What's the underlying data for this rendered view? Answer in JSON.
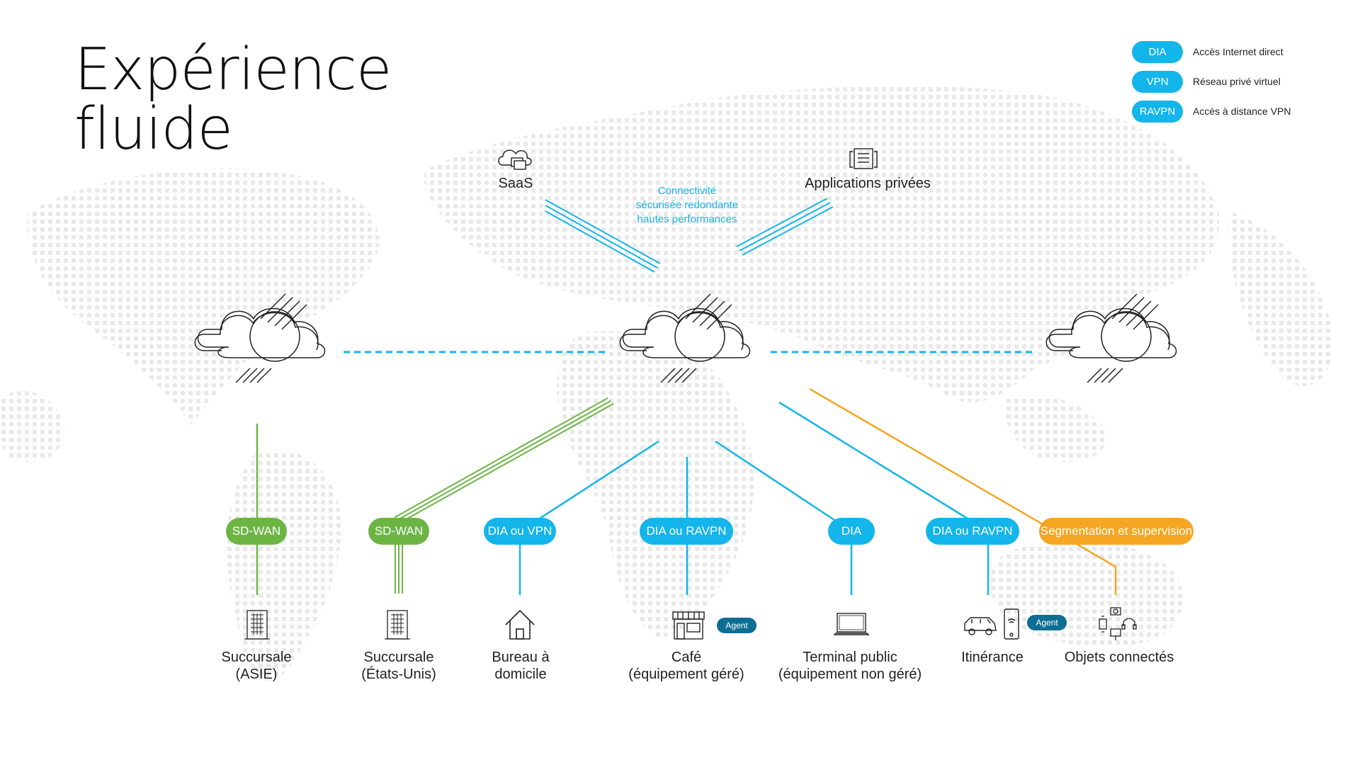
{
  "title": {
    "line1": "Expérience",
    "line2": "fluide"
  },
  "legend": [
    {
      "abbr": "DIA",
      "label": "Accès Internet direct"
    },
    {
      "abbr": "VPN",
      "label": "Réseau privé virtuel"
    },
    {
      "abbr": "RAVPN",
      "label": "Accès à distance VPN"
    }
  ],
  "top": {
    "saas": "SaaS",
    "private_apps": "Applications privées",
    "connectivity_note": [
      "Connectivité",
      "sécurisée redondante",
      "hautes performances"
    ]
  },
  "connections": [
    {
      "label": "SD-WAN",
      "color": "green"
    },
    {
      "label": "SD-WAN",
      "color": "green"
    },
    {
      "label": "DIA ou VPN",
      "color": "blue"
    },
    {
      "label": "DIA ou RAVPN",
      "color": "blue"
    },
    {
      "label": "DIA",
      "color": "blue"
    },
    {
      "label": "DIA ou RAVPN",
      "color": "blue"
    },
    {
      "label": "Segmentation et supervision",
      "color": "orange"
    }
  ],
  "destinations": [
    {
      "line1": "Succursale",
      "line2": "(ASIE)",
      "icon": "building-icon"
    },
    {
      "line1": "Succursale",
      "line2": "(États-Unis)",
      "icon": "building-icon"
    },
    {
      "line1": "Bureau à",
      "line2": "domicile",
      "icon": "house-icon"
    },
    {
      "line1": "Café",
      "line2": "(équipement géré)",
      "icon": "storefront-icon",
      "badge": "Agent"
    },
    {
      "line1": "Terminal public",
      "line2": "(équipement non géré)",
      "icon": "laptop-icon"
    },
    {
      "line1": "Itinérance",
      "line2": "",
      "icon": "car-phone-icon",
      "badge": "Agent"
    },
    {
      "line1": "Objets connectés",
      "line2": "",
      "icon": "iot-devices-icon"
    }
  ],
  "colors": {
    "blue": "#13b5ea",
    "green": "#6cb544",
    "orange": "#f5a623",
    "dark_badge": "#0d6e94"
  }
}
